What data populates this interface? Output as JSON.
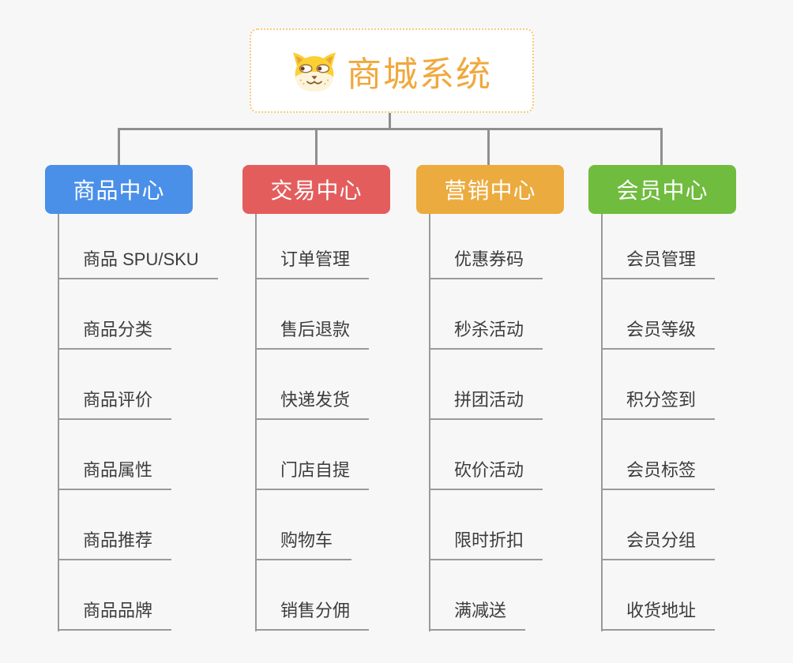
{
  "canvas": {
    "background_color": "#f7f7f7",
    "connector_color": "#8f8f8f",
    "underline_color": "#9a9a9a"
  },
  "root": {
    "title": "商城系统",
    "icon": "dog-face-icon",
    "text_color": "#f0a83d",
    "border_color": "#f8c979",
    "background_color": "#ffffff"
  },
  "branches": [
    {
      "label": "商品中心",
      "color": "#4a90e8",
      "children": [
        "商品 SPU/SKU",
        "商品分类",
        "商品评价",
        "商品属性",
        "商品推荐",
        "商品品牌"
      ]
    },
    {
      "label": "交易中心",
      "color": "#e45d5d",
      "children": [
        "订单管理",
        "售后退款",
        "快递发货",
        "门店自提",
        "购物车",
        "销售分佣"
      ]
    },
    {
      "label": "营销中心",
      "color": "#ecab3e",
      "children": [
        "优惠券码",
        "秒杀活动",
        "拼团活动",
        "砍价活动",
        "限时折扣",
        "满减送"
      ]
    },
    {
      "label": "会员中心",
      "color": "#70bc3f",
      "children": [
        "会员管理",
        "会员等级",
        "积分签到",
        "会员标签",
        "会员分组",
        "收货地址"
      ]
    }
  ]
}
